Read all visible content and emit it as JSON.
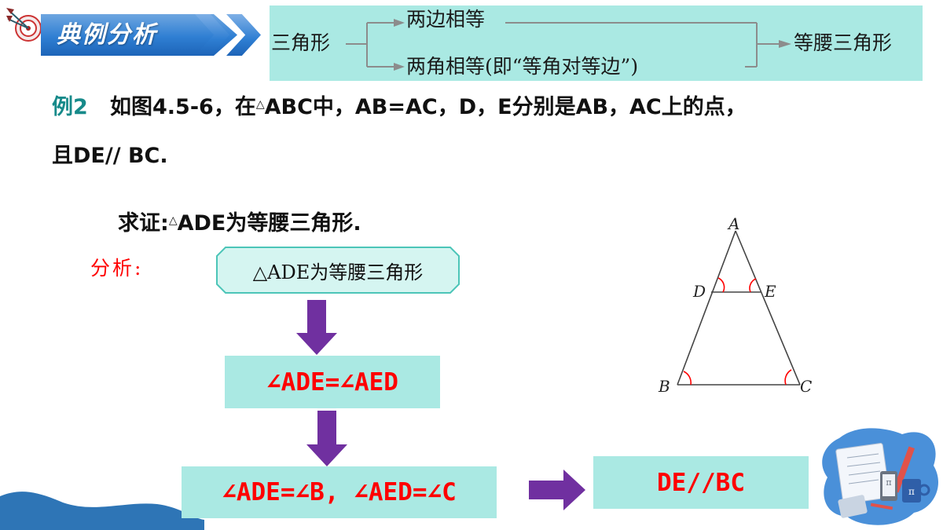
{
  "header": {
    "banner_title": "典例分析",
    "icons": {
      "target": "target-dart-icon"
    }
  },
  "concept_map": {
    "root": "三角形",
    "branch_top": "两边相等",
    "branch_bottom": "两角相等(即“等角对等边”)",
    "result": "等腰三角形",
    "background_color": "#aae9e3"
  },
  "problem": {
    "tag": "例2",
    "line1_a": "如图4.5-6，在",
    "triangle_symbol": "△",
    "line1_b": "ABC中，AB=AC，D，E分别是AB，AC上的点，",
    "line2": "且DE// BC.",
    "prove_prefix": "求证:",
    "prove_symbol": "△",
    "prove_body": "ADE为等腰三角形."
  },
  "analysis": {
    "label": "分析:",
    "goal": "△ADE为等腰三角形",
    "step1": "∠ADE=∠AED",
    "step2": "∠ADE=∠B, ∠AED=∠C",
    "condition": "DE//BC",
    "arrow_color": "#7030a0",
    "text_color": "#ff0000"
  },
  "figure": {
    "labels": {
      "A": "A",
      "B": "B",
      "C": "C",
      "D": "D",
      "E": "E"
    },
    "angle_mark_color": "#ff0000"
  }
}
